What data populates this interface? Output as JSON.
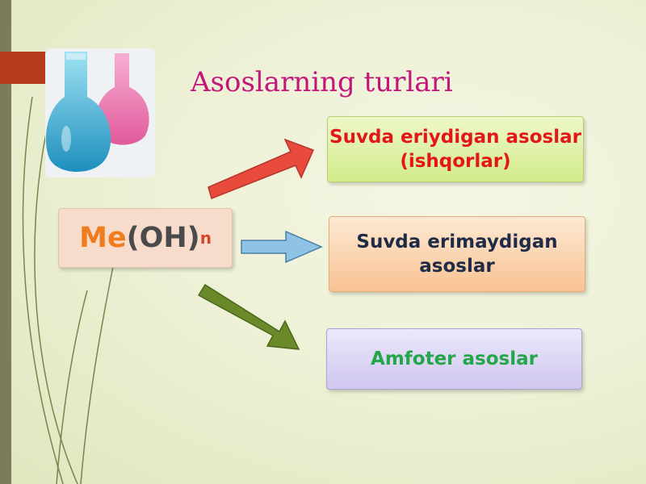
{
  "slide": {
    "title": "Asoslarning turlari",
    "formula": {
      "metal": "Me",
      "group": "(OH)",
      "index": "n"
    },
    "categories": [
      {
        "label": "Suvda eriydigan asoslar (ishqorlar)",
        "color": "#e3161b"
      },
      {
        "label": "Suvda erimaydigan asoslar",
        "color": "#1f2b47"
      },
      {
        "label": "Amfoter asoslar",
        "color": "#24a64b"
      }
    ],
    "arrows": [
      {
        "direction": "up-right",
        "color": "#e84b3c"
      },
      {
        "direction": "right",
        "color": "#8ec3e6"
      },
      {
        "direction": "down-right",
        "color": "#6a8a2a"
      }
    ],
    "images": [
      {
        "icon": "flask-icon",
        "description": "laboratory flasks with blue and pink liquid"
      }
    ],
    "colors": {
      "title": "#c4157a",
      "left_bar": "#7d7c5a",
      "band": "#b83a1e"
    }
  }
}
